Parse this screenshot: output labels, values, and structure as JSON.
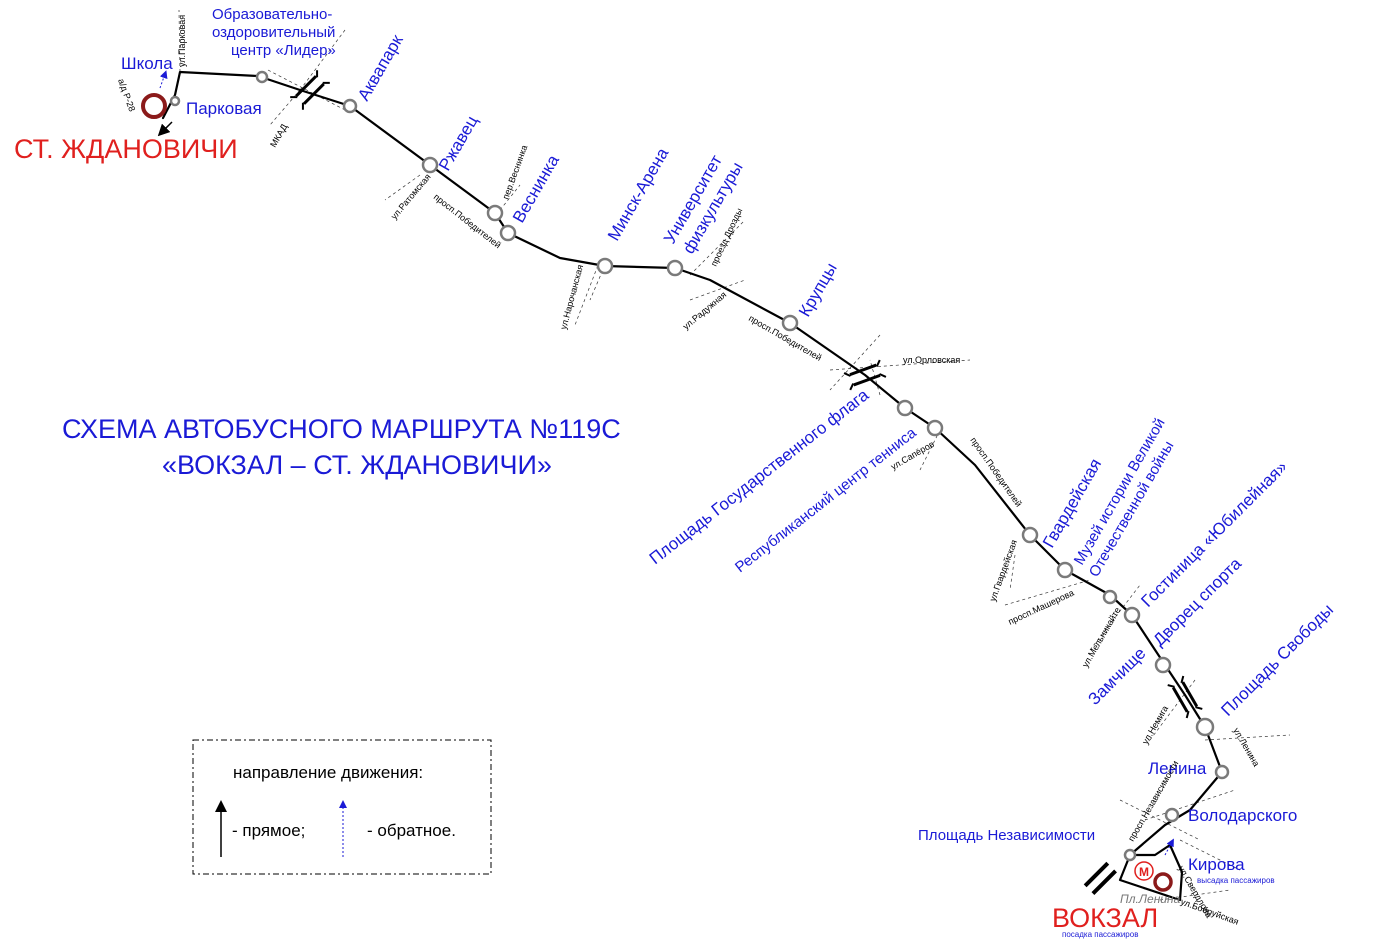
{
  "title": {
    "line1": "СХЕМА АВТОБУСНОГО МАРШРУТА №119С",
    "line2": "«ВОКЗАЛ – СТ. ЖДАНОВИЧИ»"
  },
  "terminals": {
    "zhdanovichi": "СТ. ЖДАНОВИЧИ",
    "vokzal": "ВОКЗАЛ",
    "vokzal_boarding": "посадка пассажиров",
    "kirova_alighting": "высадка пассажиров"
  },
  "stops": {
    "shkola": "Школа",
    "parkovaya": "Парковая",
    "lider_1": "Образовательно-",
    "lider_2": "оздоровительный",
    "lider_3": "центр «Лидер»",
    "akvapark": "Аквапарк",
    "rzhavets": "Ржавец",
    "vesninka": "Веснинка",
    "minsk_arena": "Минск-Арена",
    "univer_1": "Университет",
    "univer_2": "физкультуры",
    "krupcy": "Крупцы",
    "gos_flag": "Площадь Государственного флага",
    "tennis": "Республиканский центр тенниса",
    "gvardeyskaya": "Гвардейская",
    "muzey_1": "Музей истории Великой",
    "muzey_2": "Отечественной войны",
    "gostinica": "Гостиница «Юбилейная»",
    "dvorec": "Дворец спорта",
    "zamchische": "Замчище",
    "pl_svobody": "Площадь Свободы",
    "lenina": "Ленина",
    "volodarskogo": "Володарского",
    "pl_nezavisimosti": "Площадь Независимости",
    "kirova": "Кирова"
  },
  "streets": {
    "parkovaya": "ул.Парковая",
    "p28": "а/д Р-28",
    "mkad": "МКАД",
    "ratomskaya": "ул.Ратомская",
    "pobediteley_1": "просп.Победителей",
    "vesninka": "пер.Веснинка",
    "narochanskaya": "ул.Нарочанская",
    "raduzhnaya": "ул.Радужная",
    "drozdy": "проезд Дрозды",
    "pobediteley_2": "просп.Победителей",
    "orlovskaya": "ул.Орловская",
    "sapyorov": "ул.Сапёров",
    "pobediteley_3": "просп.Победителей",
    "gvardeyskaya": "ул.Гвардейская",
    "masherova": "просп.Машерова",
    "melnikayte": "ул.Мельникайте",
    "nemiga": "ул.Немига",
    "lenina": "ул.Ленина",
    "nezavisimosti": "просп.Независимости",
    "sverdlova": "ул.Свердлова",
    "bobruyskaya": "ул.Бобруйская",
    "pl_lenina": "Пл.Ленина"
  },
  "metro_symbol": "М",
  "legend": {
    "heading": "направление движения:",
    "forward": "- прямое;",
    "backward": "- обратное."
  },
  "colors": {
    "stop_labels": "#1a1ad6",
    "terminal": "#e0201e",
    "route": "#000000",
    "stop_ring": "#7a7a7a"
  }
}
